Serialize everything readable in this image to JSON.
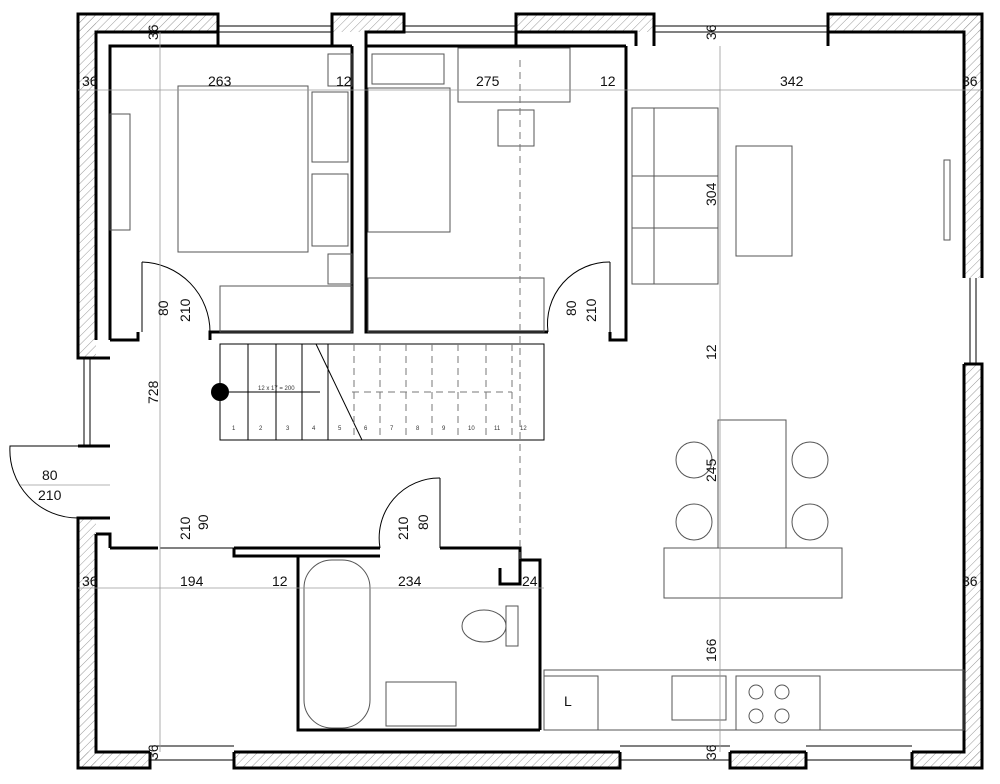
{
  "plan": {
    "dimensions": {
      "top_left_wall": "36",
      "top_right_wall": "36",
      "left_wall_upper": "36",
      "right_wall_upper": "36",
      "left_wall_lower": "36",
      "right_wall_lower": "36",
      "bottom_left_wall": "36",
      "bottom_right_wall": "36",
      "bedroom1_width": "263",
      "partition_a": "12",
      "bedroom2_width": "275",
      "partition_b": "12",
      "living_width": "342",
      "sofa_depth": "304",
      "living_gap": "12",
      "island_length": "245",
      "kitchen_depth": "166",
      "overall_height": "728",
      "utility_width": "194",
      "partition_c": "12",
      "bathroom_width": "234",
      "partition_d": "24",
      "stair_note": "12 x 17 = 200"
    },
    "doors": {
      "entrance_width": "80",
      "entrance_height": "210",
      "bed1_width": "80",
      "bed1_height": "210",
      "bed2_width": "80",
      "bed2_height": "210",
      "utility_width": "90",
      "utility_height": "210",
      "bath_width": "80",
      "bath_height": "210"
    },
    "stairs": {
      "steps": [
        "1",
        "2",
        "3",
        "4",
        "5",
        "6",
        "7",
        "8",
        "9",
        "10",
        "11",
        "12"
      ]
    },
    "kitchen": {
      "fridge_label": "L"
    }
  }
}
